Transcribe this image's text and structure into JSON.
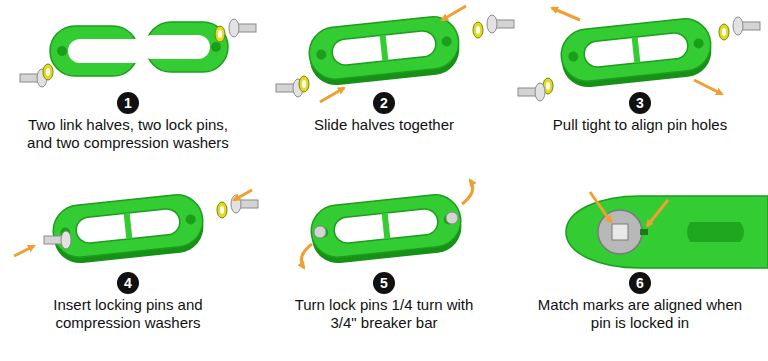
{
  "diagram": {
    "nodes": [
      {
        "text": [
          "1"
        ]
      },
      {
        "text": [
          "2"
        ]
      },
      {
        "text": [
          "3"
        ]
      },
      {
        "text": [
          "4"
        ]
      },
      {
        "text": [
          "5"
        ]
      },
      {
        "text": [
          "6"
        ]
      }
    ],
    "labels": [
      "Two link halves, two lock pins, and two compression washers",
      "Slide halves together",
      "Pull tight to align pin holes",
      "Insert locking pins and compression washers",
      "Turn lock pins 1/4 turn with 3/4\" breaker bar",
      "Match marks are aligned when pin is locked in"
    ]
  }
}
